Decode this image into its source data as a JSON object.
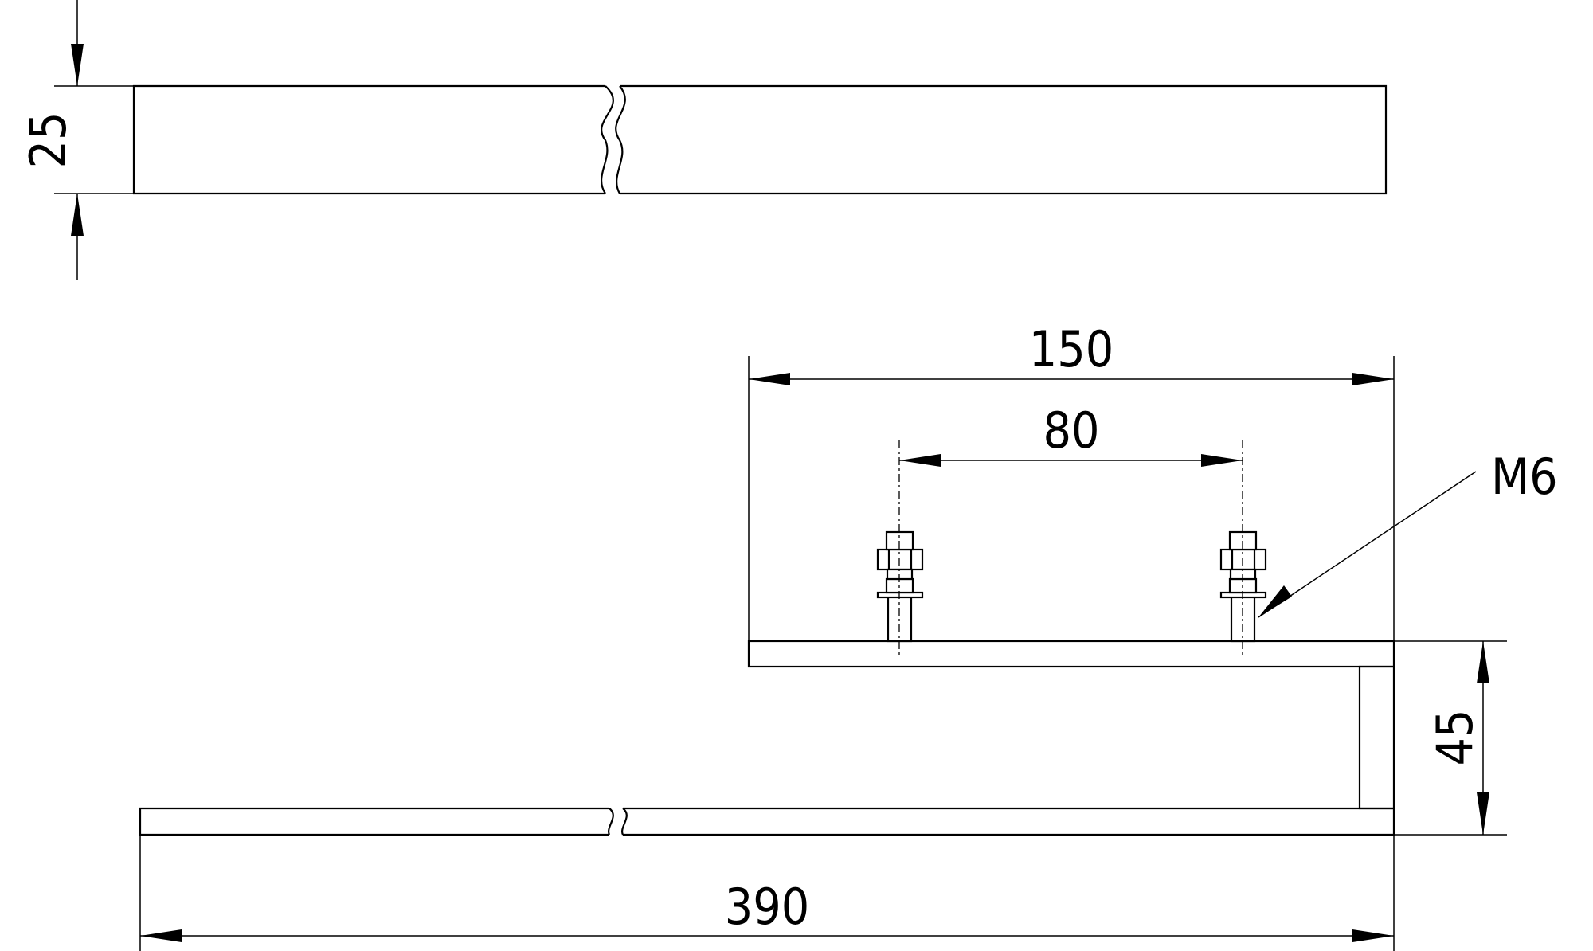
{
  "drawing": {
    "dimensions": {
      "top_height": "25",
      "bracket_width": "150",
      "bolt_spacing": "80",
      "bolt_thread": "M6",
      "bracket_height": "45",
      "overall_length": "390"
    },
    "colors": {
      "line": "#000000",
      "background": "#ffffff"
    }
  }
}
